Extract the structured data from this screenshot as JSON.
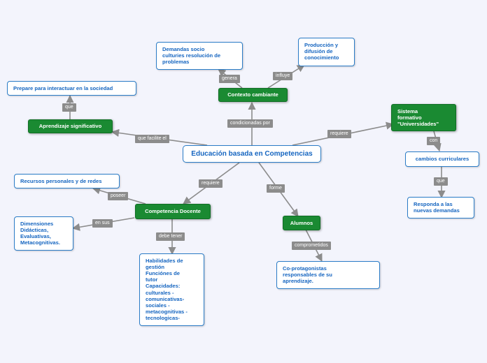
{
  "nodes": {
    "center": "Educación basada en Competencias",
    "contexto": "Contexto cambiante",
    "demandas": "Demandas socio\nculturies resolución de\nproblemas",
    "produccion": "Producción y\ndifusión de\nconocimiento",
    "aprendizaje": "Aprendizaje significativo",
    "prepare": "Prepare para interactuar en la sociedad",
    "sistema": "Sistema\nformativo\n\"Universidades\"",
    "cambios": "cambios curriculares",
    "responda": "Responda a las\nnuevas demandas",
    "competencia": "Competencia Docente",
    "recursos": "Recursos personales y de redes",
    "dimensiones": "Dimensiones\nDidácticas,\nEvaluativas,\nMetacognitivas.",
    "habilidades": "Habilidades de\ngestión\nFunciónes de\ntutor\nCapacidades:\nculturales -\ncomunicativas-\nsociales -\nmetacognitivas -\ntecnologicas-",
    "alumnos": "Alumnos",
    "coprotagonistas": "Co-protagonistas\nresponsables de su\naprendizaje."
  },
  "edge_labels": {
    "genera": "genera",
    "influye": "influye",
    "condicionadas_por": "condicionadas por",
    "que_facilite_el": "que facilite el",
    "que_1": "que",
    "requiere_1": "requiere",
    "con": "con",
    "que_2": "que",
    "requiere_2": "requiere",
    "forme": "forme",
    "poseer": "poseer",
    "en_sus": "en sus",
    "debe_tener": "debe tener",
    "comprometidos": "comprometidos"
  },
  "colors": {
    "background": "#f3f4fc",
    "green_node": "#1a8a32",
    "white_node_text": "#1565c0",
    "node_border": "#2a7cc7",
    "edge": "#8c8c8c"
  }
}
